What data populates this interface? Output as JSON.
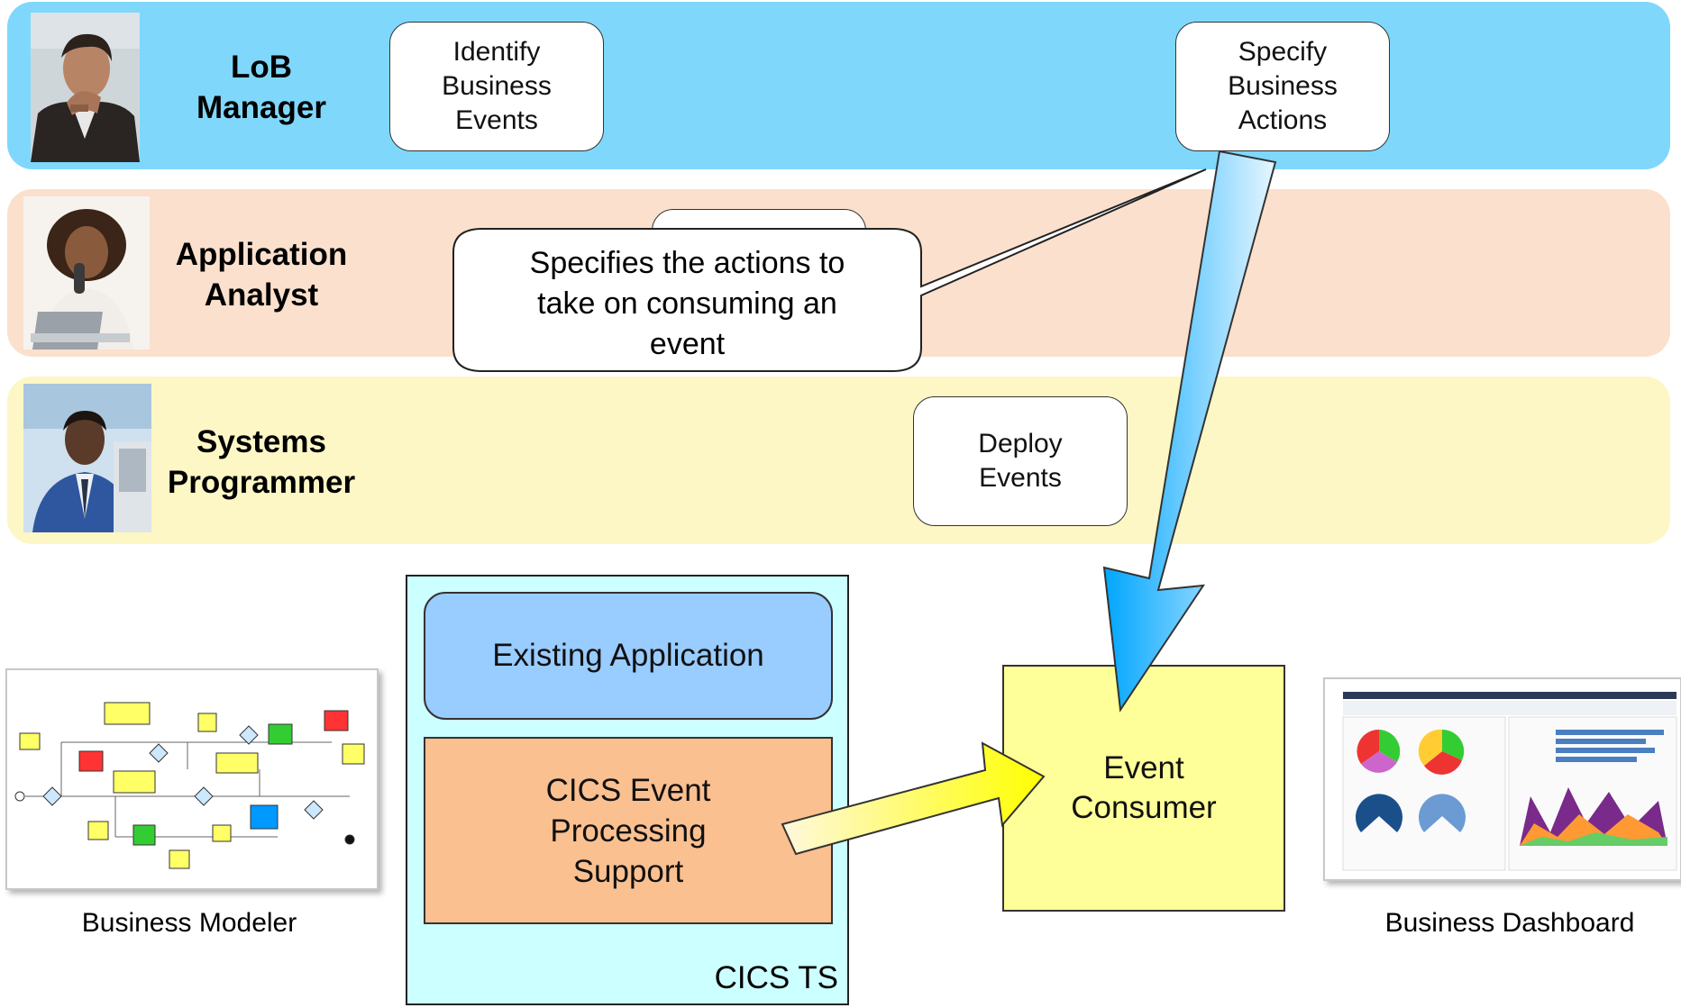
{
  "roles": [
    {
      "name": "LoB\nManager"
    },
    {
      "name": "Application\nAnalyst"
    },
    {
      "name": "Systems\nProgrammer"
    }
  ],
  "steps": {
    "identify": "Identify\nBusiness\nEvents",
    "specify": "Specify\nBusiness\nActions",
    "deploy": "Deploy\nEvents"
  },
  "callout": "Specifies the actions to\ntake on consuming an\nevent",
  "cics": {
    "label": "CICS TS",
    "existing_app": "Existing Application",
    "event_support": "CICS Event\nProcessing\nSupport"
  },
  "consumer": "Event\nConsumer",
  "tools": {
    "modeler": "Business Modeler",
    "dashboard": "Business Dashboard"
  },
  "colors": {
    "lob_band": "#7fd8fb",
    "analyst_band": "#fbe0cd",
    "sys_band": "#fcf7c5",
    "cics_container": "#ccffff",
    "existing_app": "#99ccff",
    "event_support": "#fbc090",
    "consumer": "#ffff99"
  }
}
